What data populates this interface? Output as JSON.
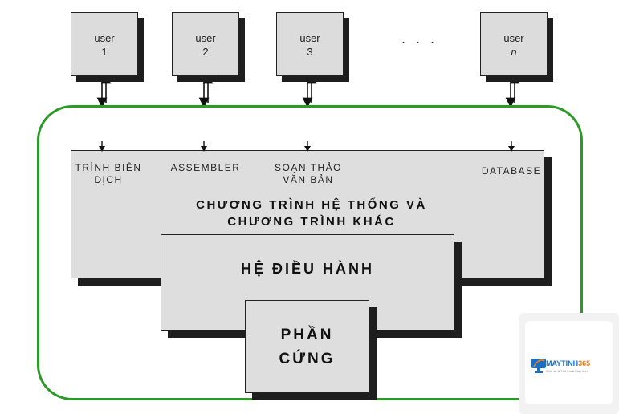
{
  "users": [
    {
      "label": "user",
      "number": "1"
    },
    {
      "label": "user",
      "number": "2"
    },
    {
      "label": "user",
      "number": "3"
    },
    {
      "label": "user",
      "number": "n"
    }
  ],
  "ellipsis": ". . .",
  "system_programs": {
    "compiler": {
      "line1": "TRÌNH BIÊN",
      "line2": "DỊCH"
    },
    "assembler": "ASSEMBLER",
    "text_editor": {
      "line1": "SOẠN THẢO",
      "line2": "VĂN BẢN"
    },
    "database": "DATABASE",
    "title_line1": "CHƯƠNG TRÌNH HỆ THỐNG VÀ",
    "title_line2": "CHƯƠNG TRÌNH KHÁC"
  },
  "operating_system": "HỆ ĐIỀU HÀNH",
  "hardware": {
    "line1": "PHẦN",
    "line2": "CỨNG"
  },
  "watermark": {
    "brand_main": "MAYTINH",
    "brand_accent": "365",
    "tagline": "Chia sẻ & Thủ thuật Máy tính"
  },
  "colors": {
    "frame": "#2c9a26",
    "box_fill": "#dcdcdc",
    "shadow": "#1e1e1e",
    "brand": "#1a6fc2",
    "brand_accent": "#e87f1a"
  }
}
